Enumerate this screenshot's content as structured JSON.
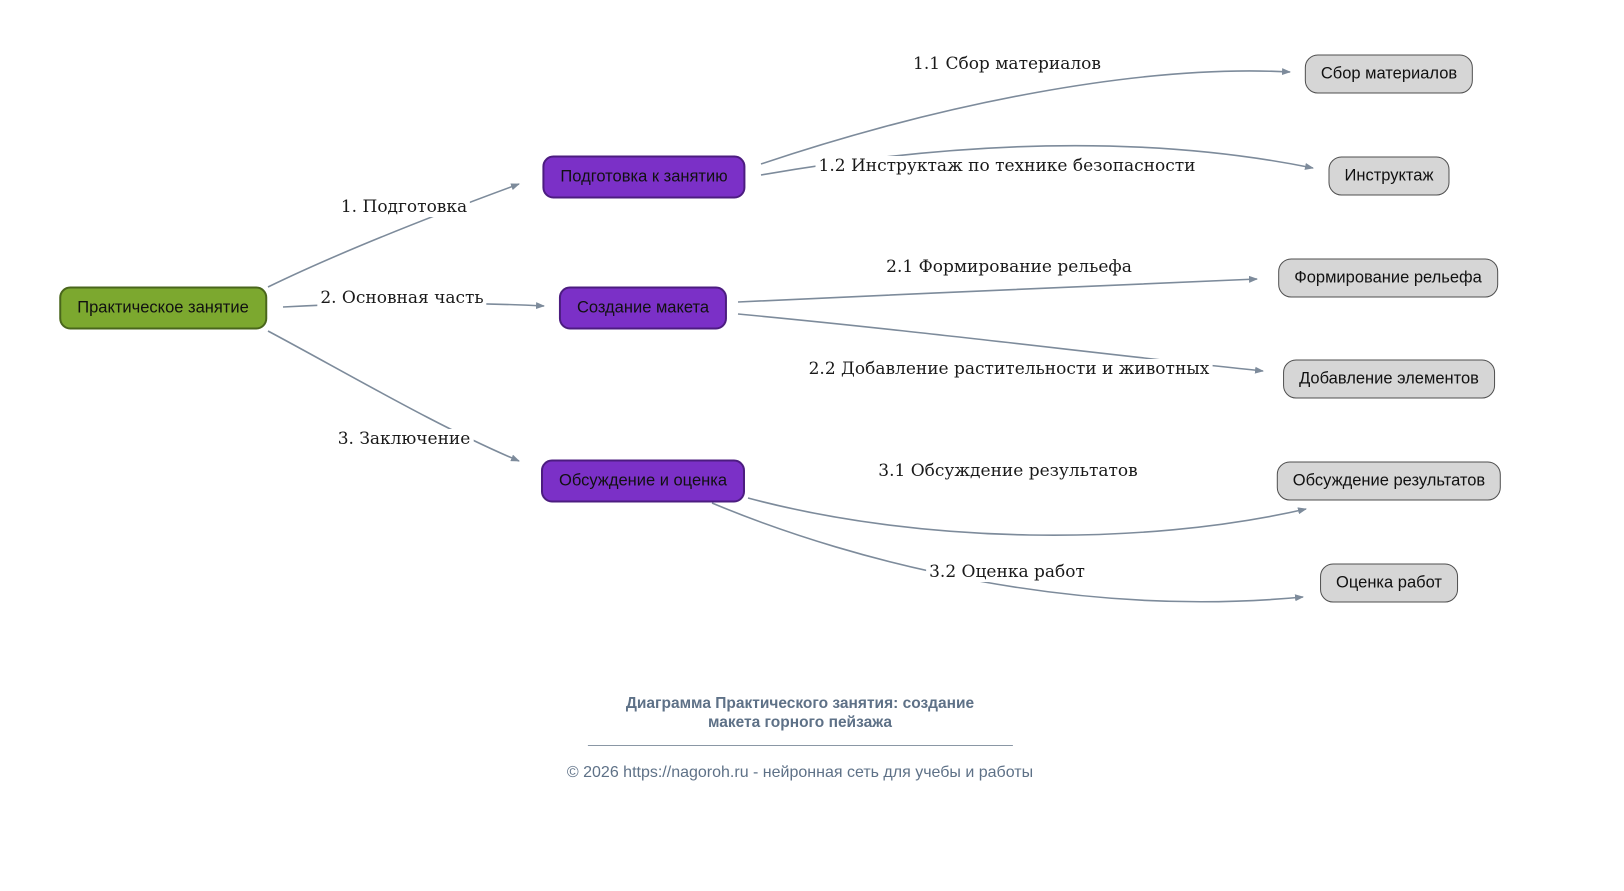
{
  "diagram": {
    "root": {
      "label": "Практическое занятие"
    },
    "stages": [
      {
        "label": "Подготовка к занятию",
        "edge": "1. Подготовка",
        "substeps": [
          {
            "label": "Сбор материалов",
            "edge": "1.1 Сбор материалов"
          },
          {
            "label": "Инструктаж",
            "edge": "1.2 Инструктаж по технике безопасности"
          }
        ]
      },
      {
        "label": "Создание макета",
        "edge": "2. Основная часть",
        "substeps": [
          {
            "label": "Формирование рельефа",
            "edge": "2.1 Формирование рельефа"
          },
          {
            "label": "Добавление элементов",
            "edge": "2.2 Добавление растительности и животных"
          }
        ]
      },
      {
        "label": "Обсуждение и оценка",
        "edge": "3. Заключение",
        "substeps": [
          {
            "label": "Обсуждение результатов",
            "edge": "3.1 Обсуждение результатов"
          },
          {
            "label": "Оценка работ",
            "edge": "3.2 Оценка работ"
          }
        ]
      }
    ]
  },
  "footer": {
    "title_line1": "Диаграмма Практического занятия: создание",
    "title_line2": "макета горного пейзажа",
    "copyright": "© 2026 https://nagoroh.ru - нейронная сеть для учебы и работы"
  },
  "colors": {
    "root_fill": "#7CA82F",
    "root_border": "#49661B",
    "stage_fill": "#7B30C7",
    "stage_border": "#4C1C80",
    "leaf_fill": "#D6D6D6",
    "leaf_border": "#4F4F4F",
    "edge": "#7D8B9B",
    "footer_text": "#5E7187"
  }
}
